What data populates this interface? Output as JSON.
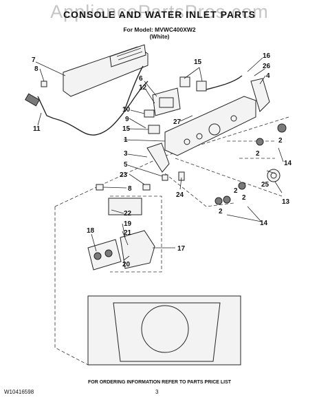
{
  "header": {
    "watermark": "AppliancePartsPros.com",
    "title": "CONSOLE AND WATER INLET PARTS",
    "model_line": "For Model: MVWC400XW2",
    "color_line": "(White)"
  },
  "callouts": {
    "c7": "7",
    "c8a": "8",
    "c11": "11",
    "c6": "6",
    "c12": "12",
    "c10": "10",
    "c9": "9",
    "c15a": "15",
    "c15b": "15",
    "c1": "1",
    "c3": "3",
    "c5": "5",
    "c23": "23",
    "c8b": "8",
    "c24": "24",
    "c16": "16",
    "c26": "26",
    "c4": "4",
    "c27": "27",
    "c2a": "2",
    "c2b": "2",
    "c2c": "2",
    "c2d": "2",
    "c2e": "2",
    "c14a": "14",
    "c14b": "14",
    "c25": "25",
    "c13": "13",
    "c18": "18",
    "c22": "22",
    "c19": "19",
    "c21": "21",
    "c20": "20",
    "c17": "17"
  },
  "footer": {
    "note": "FOR ORDERING INFORMATION REFER TO PARTS PRICE LIST",
    "doc_number": "W10416598",
    "page_number": "3"
  }
}
